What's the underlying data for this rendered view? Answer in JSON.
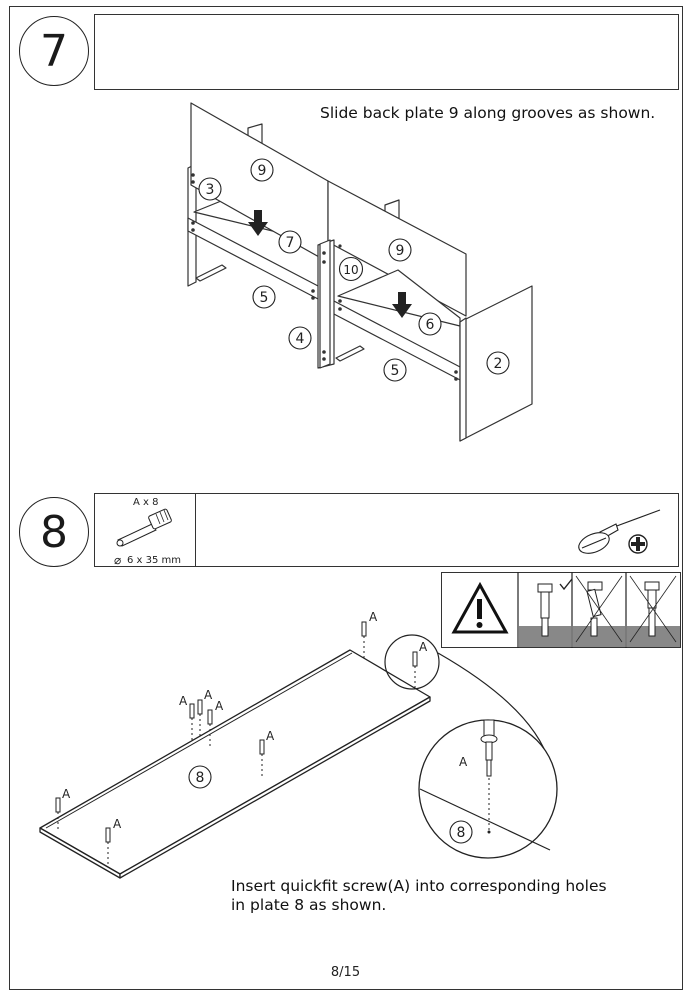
{
  "step7": {
    "number": "7",
    "instruction": "Slide back plate 9 along grooves as shown.",
    "part_labels": [
      "9",
      "3",
      "7",
      "10",
      "9",
      "5",
      "6",
      "4",
      "5",
      "2"
    ]
  },
  "step8": {
    "number": "8",
    "hardware": {
      "quantity": "A x 8",
      "size": "6 x 35 mm"
    },
    "instruction_line1": "Insert quickfit screw(A) into corresponding holes",
    "instruction_line2": "in plate 8 as shown.",
    "screw_label": "A",
    "plate_label": "8",
    "icons": [
      "screwdriver-icon",
      "phillips-head-icon",
      "warning-icon"
    ]
  },
  "footer": {
    "page": "8/15"
  }
}
